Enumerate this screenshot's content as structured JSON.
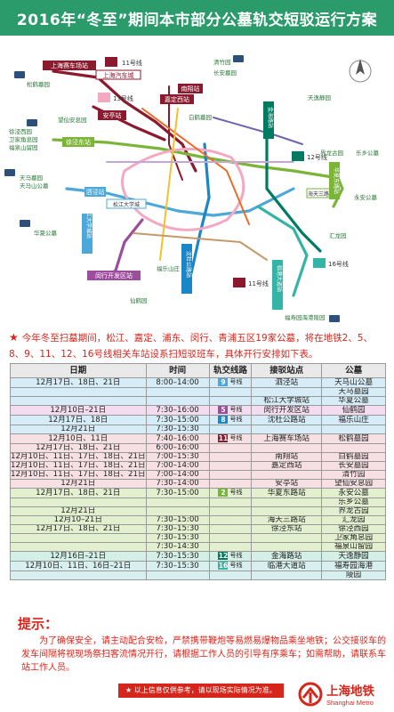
{
  "header": {
    "title": "2016年“冬至”期间本市部分公墓轨交短驳运行方案"
  },
  "colors": {
    "header_bg": "#2b9b6c",
    "red": "#d6261c",
    "line2": "#7ab538",
    "line5": "#9c4d9c",
    "line8": "#1a86c7",
    "line9": "#4ba8d8",
    "line11": "#8b1a2e",
    "line12": "#007b61",
    "line16": "#33b4a5"
  },
  "map": {
    "line_badges": [
      "11号线",
      "11号线",
      "13号线",
      "12号线",
      "16号线"
    ],
    "stations": [
      {
        "label": "上海赛车场站"
      },
      {
        "label": "上海汽车城"
      },
      {
        "label": "南翔站"
      },
      {
        "label": "嘉定西站"
      },
      {
        "label": "安亭站"
      },
      {
        "label": "徐泾东站"
      },
      {
        "label": "松江大学城站"
      },
      {
        "label": "闵行开发区站"
      },
      {
        "label": "沈杜公路站"
      },
      {
        "label": "金海路站"
      },
      {
        "label": "海天三路站"
      },
      {
        "label": "临港大道站"
      },
      {
        "label": "华夏东路站"
      },
      {
        "label": "泗泾站"
      },
      {
        "label": "松江大学城"
      }
    ],
    "cemeteries": [
      {
        "label": "松鹤墓园"
      },
      {
        "label": "清竹园"
      },
      {
        "label": "长安墓园"
      },
      {
        "label": "白鹤墓园"
      },
      {
        "label": "望仙安息园"
      },
      {
        "label": "徐泾西园"
      },
      {
        "label": "卫家角息园"
      },
      {
        "label": "福泉山留园"
      },
      {
        "label": "天马墓园"
      },
      {
        "label": "天马山公墓"
      },
      {
        "label": "华夏公墓"
      },
      {
        "label": "仙鹤园"
      },
      {
        "label": "福乐山庄"
      },
      {
        "label": "天逸静园"
      },
      {
        "label": "界龙古园"
      },
      {
        "label": "乐乡公墓"
      },
      {
        "label": "永安公墓"
      },
      {
        "label": "汇龙园"
      },
      {
        "label": "福寿园海港陵园"
      }
    ]
  },
  "intro": {
    "star": "★",
    "text": "今年冬至扫墓期间，松江、嘉定、浦东、闵行、青浦五区19家公墓，将在地铁2、5、8、9、11、12、16号线相关车站设系扫短驳班车，具体开行安排如下表。"
  },
  "table": {
    "headers": [
      "日期",
      "时间",
      "轨交线路",
      "接驳站点",
      "公墓"
    ],
    "line_suffix": "号线",
    "rows": [
      {
        "band": "b9",
        "date": "12月17日、18日、21日",
        "time": "8:00–14:00",
        "line": "9",
        "station": "泗泾站",
        "cemetery": "天马山公墓"
      },
      {
        "band": "b9",
        "date": "",
        "time": "",
        "line": "",
        "station": "",
        "cemetery": "天马墓园"
      },
      {
        "band": "b9",
        "date": "",
        "time": "",
        "line": "",
        "station": "松江大学城站",
        "cemetery": "华夏公墓"
      },
      {
        "band": "b5",
        "date": "12月10日–21日",
        "time": "7:30–16:00",
        "line": "5",
        "station": "闵行开发区站",
        "cemetery": "仙鹤园"
      },
      {
        "band": "b8",
        "date": "12月17日、18日",
        "time": "7:30–15:00",
        "line": "8",
        "station": "沈杜公路站",
        "cemetery": "福乐山庄"
      },
      {
        "band": "b8",
        "date": "12月21日",
        "time": "7:30–15:30",
        "line": "",
        "station": "",
        "cemetery": ""
      },
      {
        "band": "b11",
        "date": "12月10日、11日",
        "time": "7:40–16:00",
        "line": "11",
        "station": "上海赛车场站",
        "cemetery": "松鹤墓园"
      },
      {
        "band": "b11",
        "date": "12月17日、18日、21日",
        "time": "6:00–16:00",
        "line": "",
        "station": "",
        "cemetery": ""
      },
      {
        "band": "b11",
        "date": "12月10日、11日、17日、18日、21日",
        "time": "7:00–15:30",
        "line": "",
        "station": "南翔站",
        "cemetery": "白鹤墓园"
      },
      {
        "band": "b11",
        "date": "12月10日、11日、17日、18日、21日",
        "time": "7:00–14:00",
        "line": "",
        "station": "嘉定西站",
        "cemetery": "长安墓园"
      },
      {
        "band": "b11",
        "date": "12月10日、11日、17日、18日、21日",
        "time": "7:00–14:00",
        "line": "",
        "station": "",
        "cemetery": "清竹园"
      },
      {
        "band": "b11",
        "date": "12月21日",
        "time": "7:30–14:00",
        "line": "",
        "station": "安亭站",
        "cemetery": "望仙安息园"
      },
      {
        "band": "b2",
        "date": "12月17日、18日、21日",
        "time": "7:30–15:00",
        "line": "2",
        "station": "华夏东路站",
        "cemetery": "永安公墓"
      },
      {
        "band": "b2",
        "date": "",
        "time": "",
        "line": "",
        "station": "",
        "cemetery": "乐乡公墓"
      },
      {
        "band": "b2",
        "date": "12月21日",
        "time": "",
        "line": "",
        "station": "",
        "cemetery": "界龙古园"
      },
      {
        "band": "b2",
        "date": "12月10–21日",
        "time": "7:30–15:00",
        "line": "",
        "station": "海天三路站",
        "cemetery": "汇龙园"
      },
      {
        "band": "b2",
        "date": "12月17日、18日、21日",
        "time": "7:30–15:30",
        "line": "",
        "station": "徐泾东站",
        "cemetery": "徐泾西园"
      },
      {
        "band": "b2",
        "date": "",
        "time": "7:30–15:30",
        "line": "",
        "station": "",
        "cemetery": "卫家角息园"
      },
      {
        "band": "b2",
        "date": "",
        "time": "7:30–14:30",
        "line": "",
        "station": "",
        "cemetery": "福泉山留园"
      },
      {
        "band": "b12",
        "date": "12月16日–21日",
        "time": "7:30–15:30",
        "line": "12",
        "station": "金海路站",
        "cemetery": "天逸静园"
      },
      {
        "band": "b16",
        "date": "12月10日、11日、16日–21日",
        "time": "7:30–15:30",
        "line": "16",
        "station": "临港大道站",
        "cemetery": "福寿园海港"
      },
      {
        "band": "b16",
        "date": "",
        "time": "",
        "line": "",
        "station": "",
        "cemetery": "陵园"
      }
    ]
  },
  "tips": {
    "title": "提示：",
    "text": "为了确保安全，请主动配合安检，严禁携带鞭炮等易燃易爆物品乘坐地铁；公交接驳车的发车间隔将视现场祭扫客流情况开行，请根据工作人员的引导有序乘车；如需帮助，请联系车站工作人员。"
  },
  "disclaimer": {
    "star": "★",
    "text": "以上信息仅供参考，请以现场实际情况为准。"
  },
  "brand": {
    "name": "上海地铁",
    "name_en": "Shanghai Metro"
  }
}
